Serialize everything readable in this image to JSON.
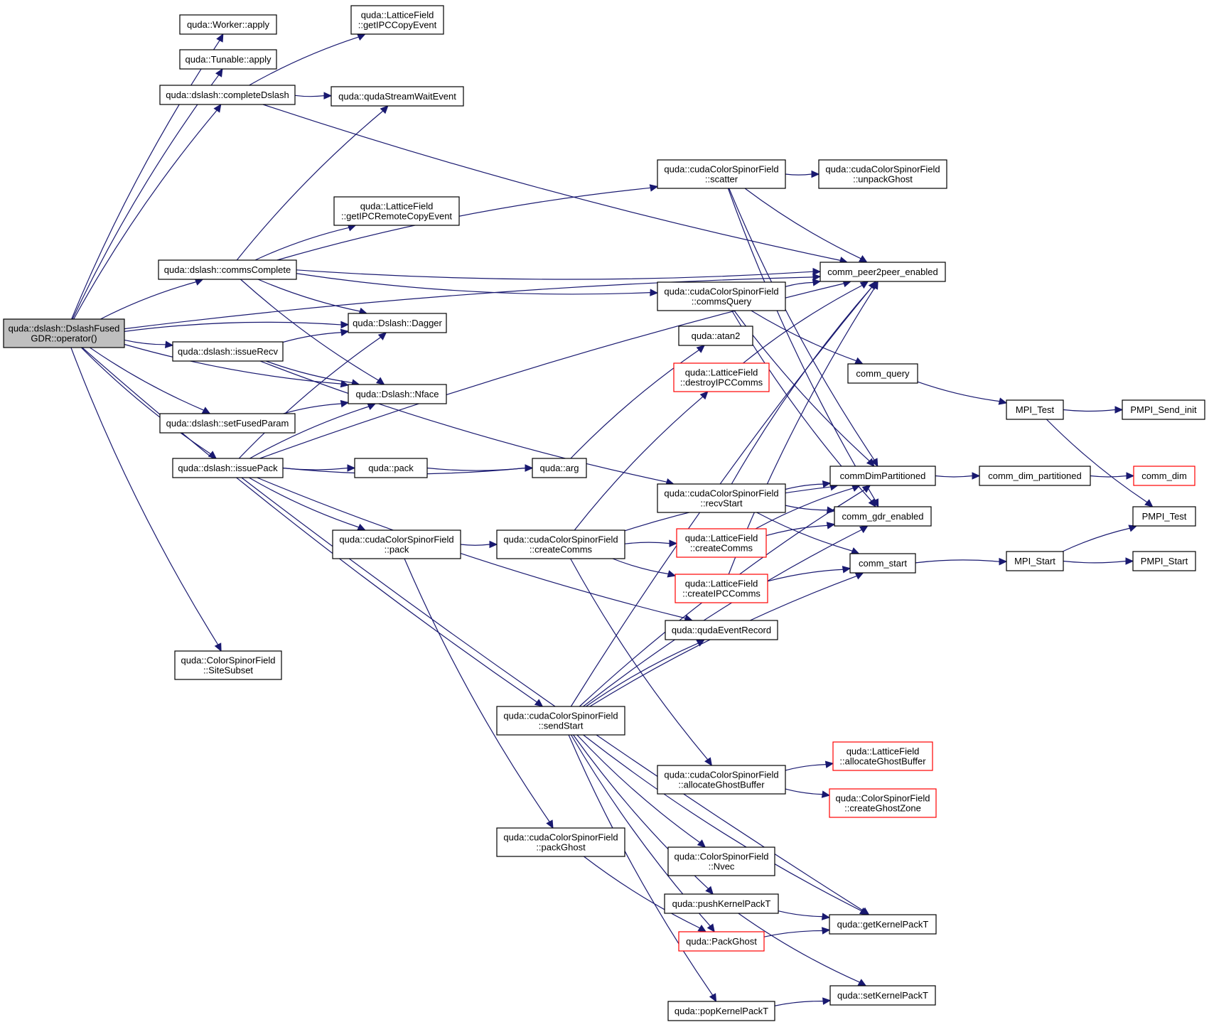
{
  "nodes": {
    "root": [
      "quda::dslash::DslashFused",
      "GDR::operator()"
    ],
    "worker_apply": [
      "quda::Worker::apply"
    ],
    "tunable_apply": [
      "quda::Tunable::apply"
    ],
    "complete_dslash": [
      "quda::dslash::completeDslash"
    ],
    "comms_complete": [
      "quda::dslash::commsComplete"
    ],
    "issue_recv": [
      "quda::dslash::issueRecv"
    ],
    "set_fused_param": [
      "quda::dslash::setFusedParam"
    ],
    "issue_pack": [
      "quda::dslash::issuePack"
    ],
    "site_subset": [
      "quda::ColorSpinorField",
      "::SiteSubset"
    ],
    "get_ipc_copy_event": [
      "quda::LatticeField",
      "::getIPCCopyEvent"
    ],
    "stream_wait_event": [
      "quda::qudaStreamWaitEvent"
    ],
    "get_ipc_remote_copy_event": [
      "quda::LatticeField",
      "::getIPCRemoteCopyEvent"
    ],
    "dslash_dagger": [
      "quda::Dslash::Dagger"
    ],
    "dslash_nface": [
      "quda::Dslash::Nface"
    ],
    "quda_pack": [
      "quda::pack"
    ],
    "csf_pack": [
      "quda::cudaColorSpinorField",
      "::pack"
    ],
    "create_comms": [
      "quda::cudaColorSpinorField",
      "::createComms"
    ],
    "send_start": [
      "quda::cudaColorSpinorField",
      "::sendStart"
    ],
    "pack_ghost_csf": [
      "quda::cudaColorSpinorField",
      "::packGhost"
    ],
    "scatter": [
      "quda::cudaColorSpinorField",
      "::scatter"
    ],
    "comms_query": [
      "quda::cudaColorSpinorField",
      "::commsQuery"
    ],
    "atan2": [
      "quda::atan2"
    ],
    "destroy_ipc_comms": [
      "quda::LatticeField",
      "::destroyIPCComms"
    ],
    "quda_arg": [
      "quda::arg"
    ],
    "recv_start": [
      "quda::cudaColorSpinorField",
      "::recvStart"
    ],
    "lf_create_comms": [
      "quda::LatticeField",
      "::createComms"
    ],
    "create_ipc_comms": [
      "quda::LatticeField",
      "::createIPCComms"
    ],
    "event_record": [
      "quda::qudaEventRecord"
    ],
    "allocate_ghost_csf": [
      "quda::cudaColorSpinorField",
      "::allocateGhostBuffer"
    ],
    "nvec": [
      "quda::ColorSpinorField",
      "::Nvec"
    ],
    "push_kernel": [
      "quda::pushKernelPackT"
    ],
    "pack_ghost": [
      "quda::PackGhost"
    ],
    "pop_kernel": [
      "quda::popKernelPackT"
    ],
    "unpack_ghost": [
      "quda::cudaColorSpinorField",
      "::unpackGhost"
    ],
    "peer2peer": [
      "comm_peer2peer_enabled"
    ],
    "comm_query": [
      "comm_query"
    ],
    "comm_dim_partitioned_cap": [
      "commDimPartitioned"
    ],
    "gdr_enabled": [
      "comm_gdr_enabled"
    ],
    "comm_start": [
      "comm_start"
    ],
    "lf_allocate_ghost": [
      "quda::LatticeField",
      "::allocateGhostBuffer"
    ],
    "create_ghost_zone": [
      "quda::ColorSpinorField",
      "::createGhostZone"
    ],
    "get_kernel": [
      "quda::getKernelPackT"
    ],
    "set_kernel": [
      "quda::setKernelPackT"
    ],
    "mpi_test": [
      "MPI_Test"
    ],
    "comm_dim_partitioned": [
      "comm_dim_partitioned"
    ],
    "mpi_start": [
      "MPI_Start"
    ],
    "pmpi_send_init": [
      "PMPI_Send_init"
    ],
    "comm_dim": [
      "comm_dim"
    ],
    "pmpi_test": [
      "PMPI_Test"
    ],
    "pmpi_start": [
      "PMPI_Start"
    ]
  },
  "colors": {
    "edge": "#191970",
    "truncated_border": "#ff0000",
    "root_fill": "#bfbfbf"
  }
}
